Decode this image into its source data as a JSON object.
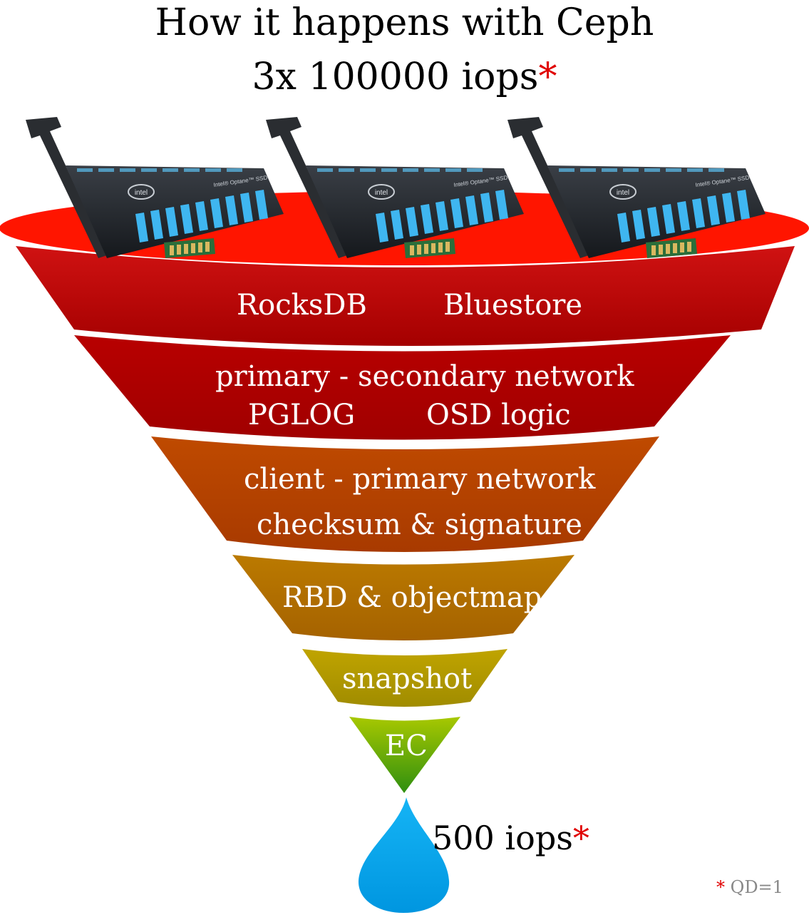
{
  "title": {
    "line1": "How it happens with Ceph",
    "line2": "3x 100000 iops",
    "line2_marker": "*"
  },
  "devices": {
    "brand": "intel",
    "model": "Intel® Optane™ SSD",
    "count": 3
  },
  "funnel_layers": [
    {
      "id": "layer-1",
      "lines": [
        "RocksDB",
        "Bluestore"
      ],
      "color": "#b80000"
    },
    {
      "id": "layer-2",
      "lines": [
        "primary - secondary network",
        "PGLOG",
        "OSD logic"
      ],
      "color": "#ad0000"
    },
    {
      "id": "layer-3",
      "lines": [
        "client - primary network",
        "checksum & signature"
      ],
      "color": "#b34000"
    },
    {
      "id": "layer-4",
      "lines": [
        "RBD & objectmap"
      ],
      "color": "#b06d00"
    },
    {
      "id": "layer-5",
      "lines": [
        "snapshot"
      ],
      "color": "#b09a00"
    },
    {
      "id": "layer-6",
      "lines": [
        "EC"
      ],
      "color": "#5aa010"
    }
  ],
  "result": {
    "label": "500 iops",
    "marker": "*"
  },
  "footnote": {
    "marker": "*",
    "text": "QD=1"
  },
  "colors": {
    "rim": "#ff1a00",
    "drop": "#00a8ef",
    "marker": "#e00000"
  }
}
